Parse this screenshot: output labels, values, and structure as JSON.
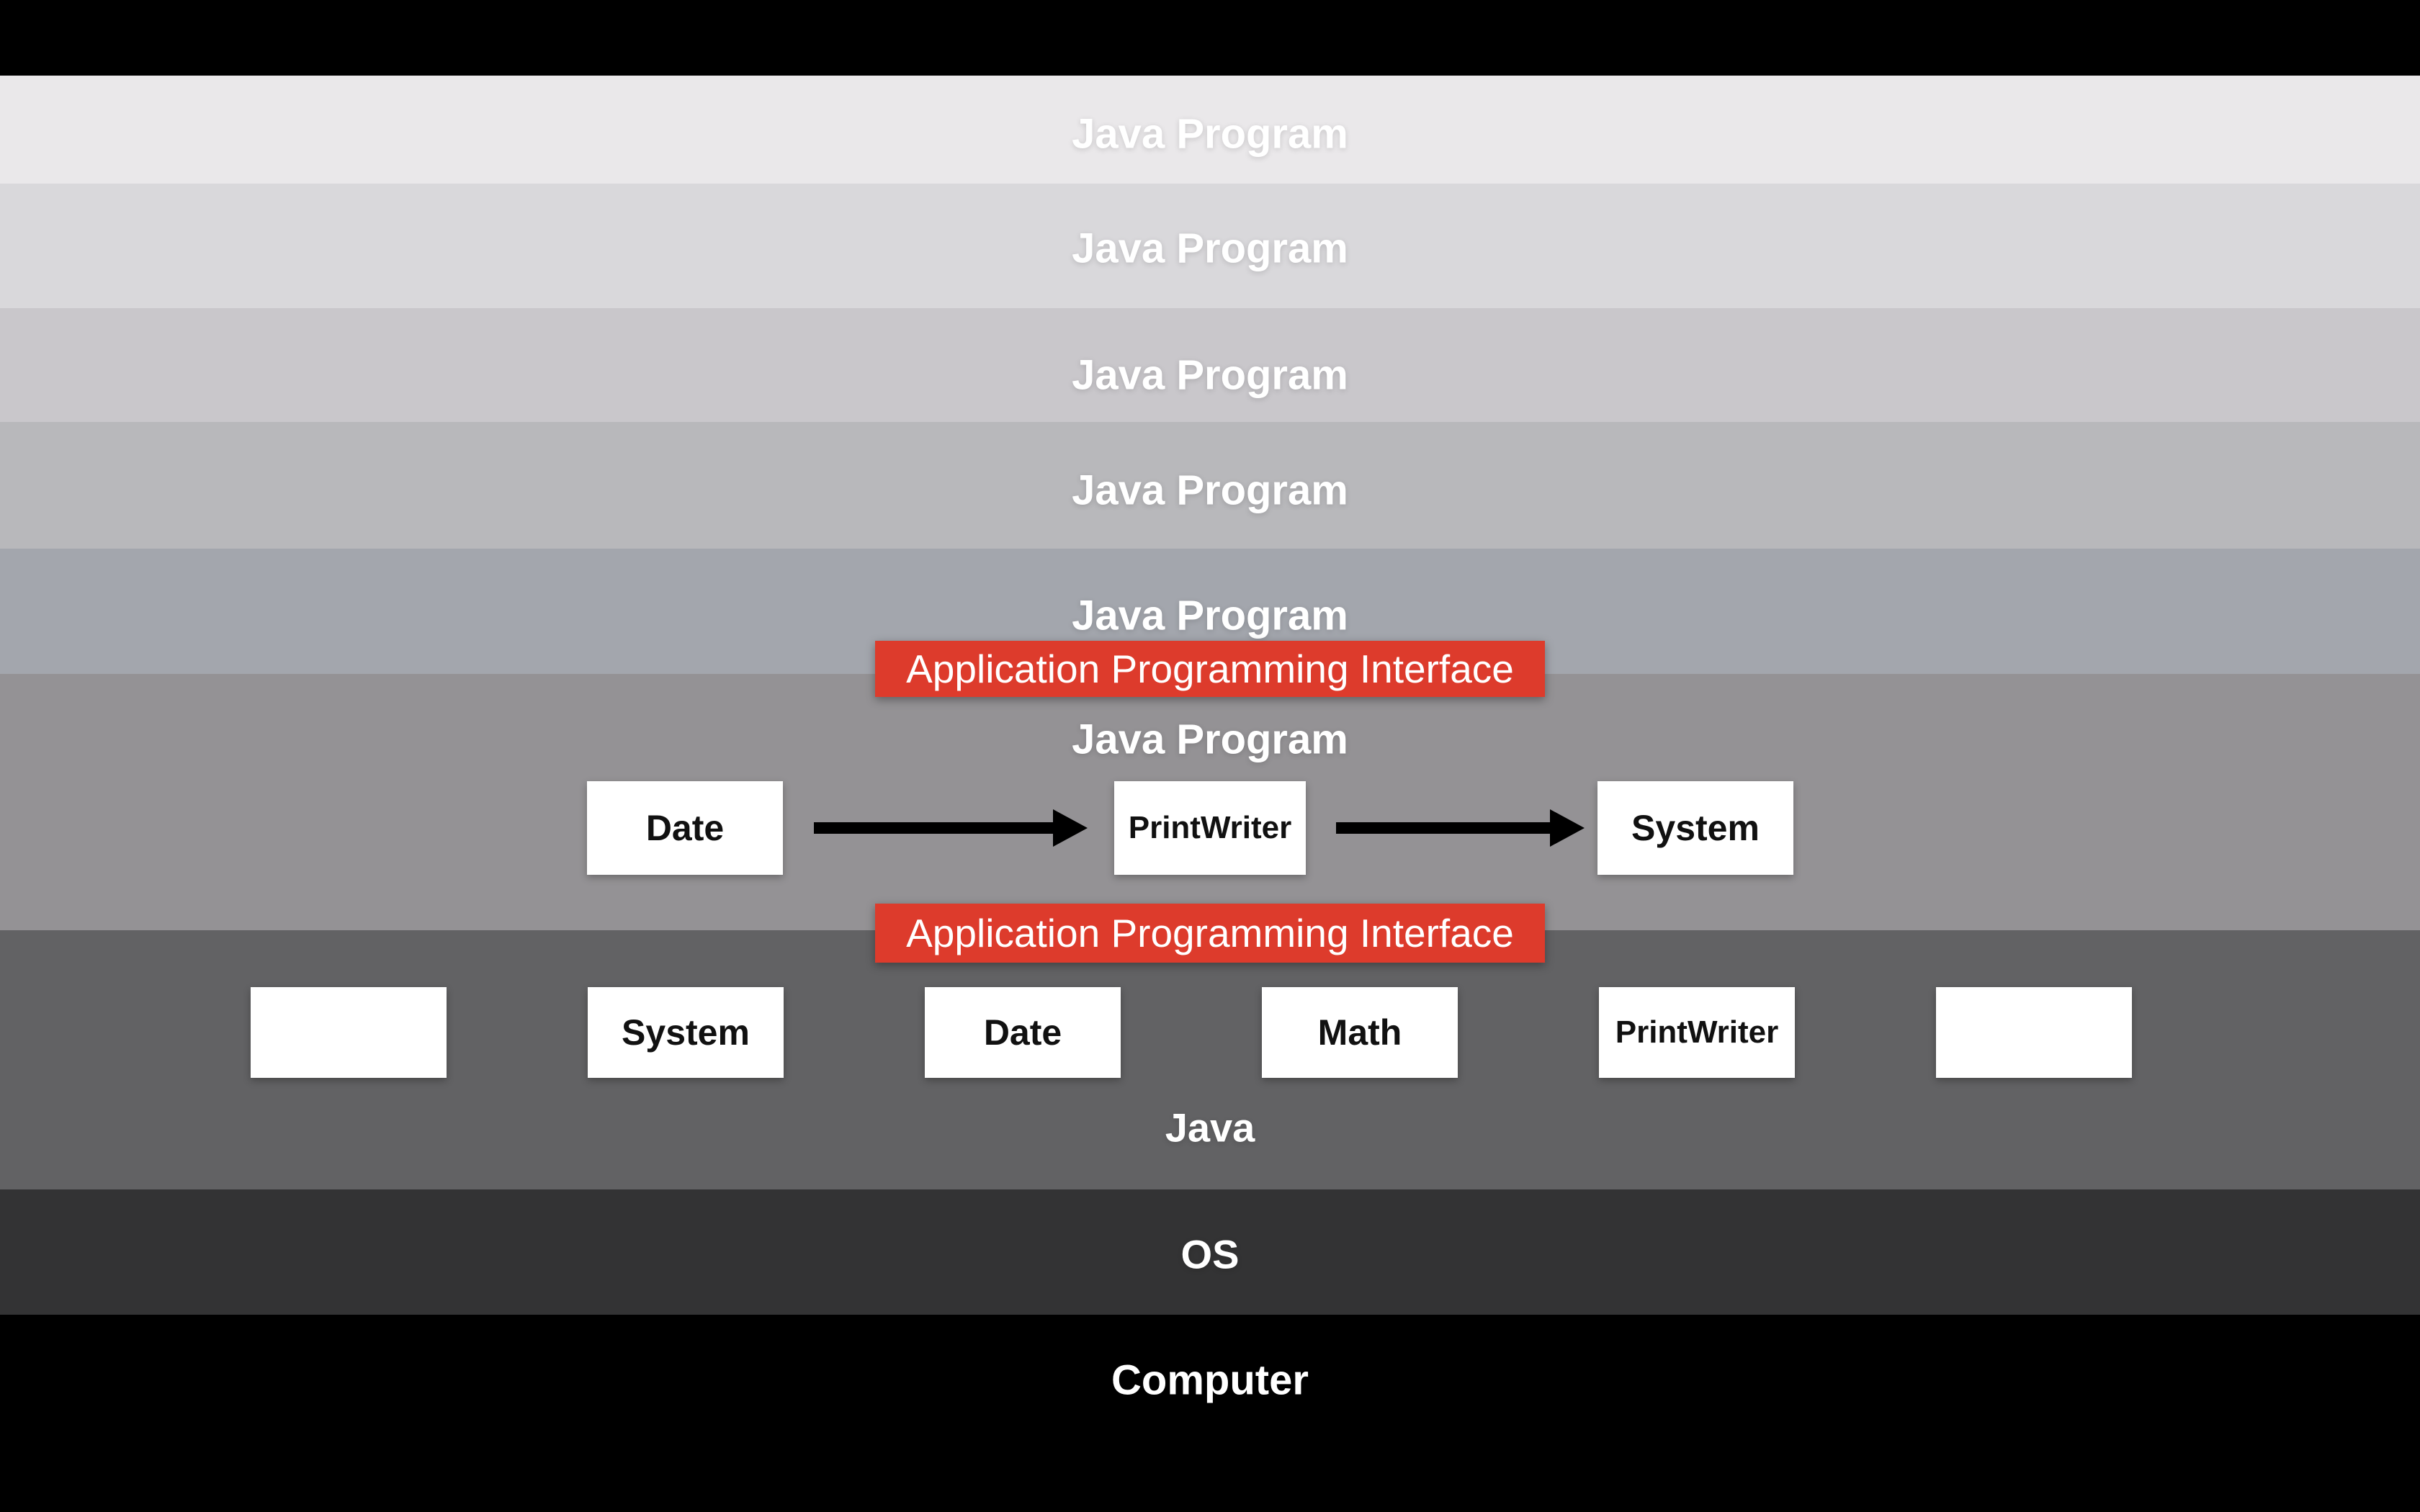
{
  "diagram_title": "Java program layered architecture",
  "colors": {
    "background": "#000000",
    "band_text": "#ffffff",
    "api_bar_bg": "#dd3b2c",
    "api_bar_text": "#ffffff",
    "box_bg": "#ffffff",
    "box_text": "#111111",
    "arrow": "#000000",
    "layer_1": "#eae8ea",
    "layer_2": "#d9d8db",
    "layer_3": "#c9c7cb",
    "layer_4": "#b8b8bb",
    "layer_5": "#a3a6ad",
    "layer_6": "#949295",
    "java_layer": "#626264",
    "os_layer": "#333334",
    "computer_layer": "#000000"
  },
  "java_program_layers": [
    {
      "label": "Java Program",
      "color": "#eae8ea"
    },
    {
      "label": "Java Program",
      "color": "#d9d8db"
    },
    {
      "label": "Java Program",
      "color": "#c9c7cb"
    },
    {
      "label": "Java Program",
      "color": "#b8b8bb"
    },
    {
      "label": "Java Program",
      "color": "#a3a6ad"
    },
    {
      "label": "Java Program",
      "color": "#949295"
    }
  ],
  "api_bars": [
    {
      "label": "Application Programming Interface"
    },
    {
      "label": "Application Programming Interface"
    }
  ],
  "flow": {
    "boxes": [
      "Date",
      "PrintWriter",
      "System"
    ]
  },
  "library_row": {
    "boxes": [
      "",
      "System",
      "Date",
      "Math",
      "PrintWriter",
      ""
    ]
  },
  "runtime_layer": {
    "label": "Java",
    "color": "#626264"
  },
  "os_layer": {
    "label": "OS",
    "color": "#333334"
  },
  "computer_layer": {
    "label": "Computer",
    "color": "#000000"
  }
}
